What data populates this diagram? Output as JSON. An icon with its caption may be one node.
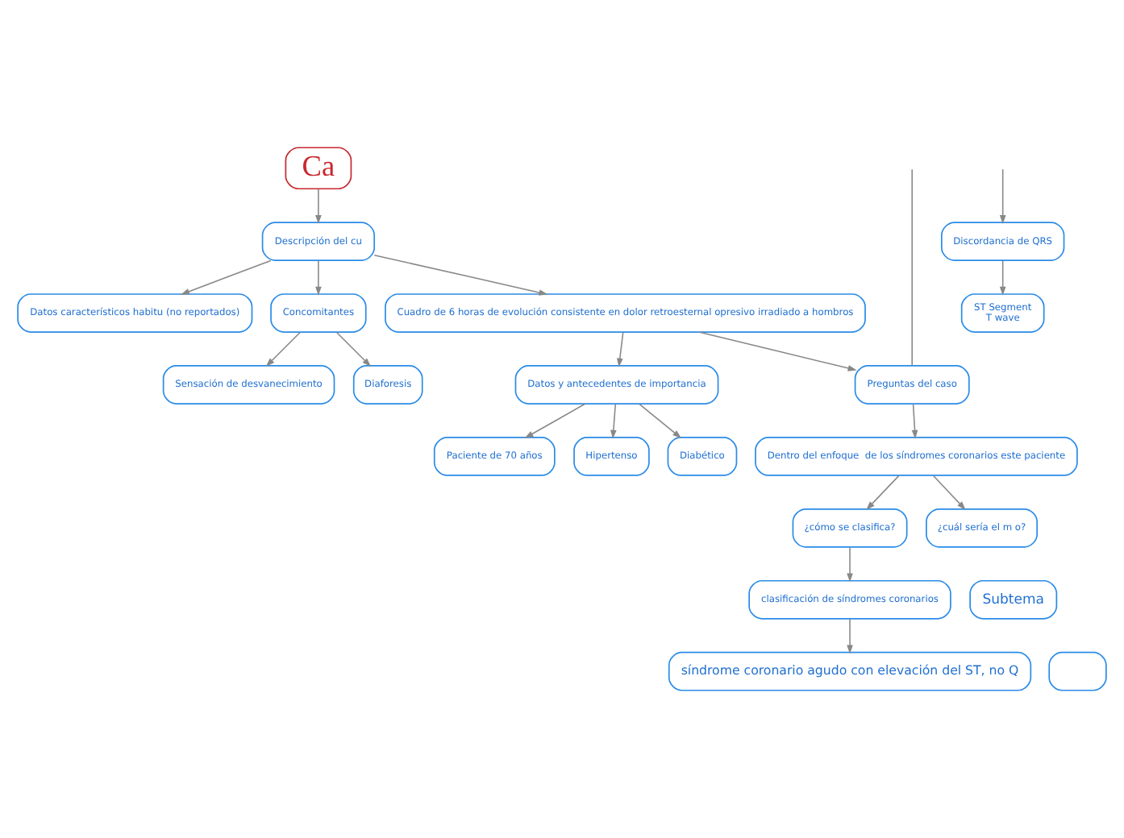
{
  "diagram": {
    "nodes": [
      {
        "text": [
          "Preguntas del caso"
        ]
      },
      {
        "text": [
          "Cuadro de 6 horas de evolución consistente en dolor retroesternal opresivo irradiado a hombros"
        ]
      },
      {
        "text": [
          "Ca"
        ]
      },
      {
        "text": [
          "Descripción del cu"
        ]
      },
      {
        "text": [
          "Datos característicos habitu (no reportados)"
        ]
      },
      {
        "text": [
          "Datos y antecedentes de importancia"
        ]
      },
      {
        "text": [
          "Concomitantes"
        ]
      },
      {
        "text": [
          "Dentro del enfoque  de los síndromes coronarios este paciente"
        ]
      },
      {
        "text": [
          "Paciente de 70 años"
        ]
      },
      {
        "text": [
          "Hipertenso"
        ]
      },
      {
        "text": [
          "Diabético"
        ]
      },
      {
        "text": [
          "Sensación de desvanecimiento"
        ]
      },
      {
        "text": [
          "Diaforesis"
        ]
      },
      {
        "text": [
          "¿cómo se clasifica?"
        ]
      },
      {
        "text": [
          "¿cuál sería el m o?"
        ]
      },
      {
        "text": [
          "Subtema"
        ]
      },
      {
        "text": [
          "clasificación de síndromes coronarios"
        ]
      },
      {
        "text": [
          "Discordancia de QRS"
        ]
      },
      {
        "text": [
          "síndrome coronario agudo con elevación del ST, no Q"
        ]
      },
      {
        "text": [
          "ST Segment",
          "T wave"
        ]
      },
      {
        "text": [],
        "shape": "box"
      }
    ],
    "edges": [
      {
        "from": null,
        "to": 0,
        "arrow": "none"
      },
      {
        "from": 0,
        "to": 7,
        "arrow": "to"
      },
      {
        "from": 1,
        "to": 0,
        "arrow": "to"
      },
      {
        "from": 2,
        "to": 3,
        "arrow": "to"
      },
      {
        "from": 3,
        "to": 1,
        "arrow": "to"
      },
      {
        "from": 3,
        "to": 4,
        "arrow": "to"
      },
      {
        "from": 3,
        "to": 6,
        "arrow": "to"
      },
      {
        "from": 1,
        "to": 5,
        "arrow": "to"
      },
      {
        "from": 5,
        "to": 8,
        "arrow": "to"
      },
      {
        "from": 5,
        "to": 9,
        "arrow": "to"
      },
      {
        "from": 5,
        "to": 10,
        "arrow": "to"
      },
      {
        "from": 6,
        "to": 11,
        "arrow": "to"
      },
      {
        "from": 6,
        "to": 12,
        "arrow": "to"
      },
      {
        "from": 7,
        "to": 13,
        "arrow": "to"
      },
      {
        "from": 7,
        "to": 14,
        "arrow": "to"
      },
      {
        "from": 13,
        "to": 16,
        "arrow": "to"
      },
      {
        "from": 16,
        "to": 18,
        "arrow": "to"
      },
      {
        "from": null,
        "to": 17,
        "arrow": "to"
      },
      {
        "from": 17,
        "to": 19,
        "arrow": "to"
      }
    ]
  }
}
